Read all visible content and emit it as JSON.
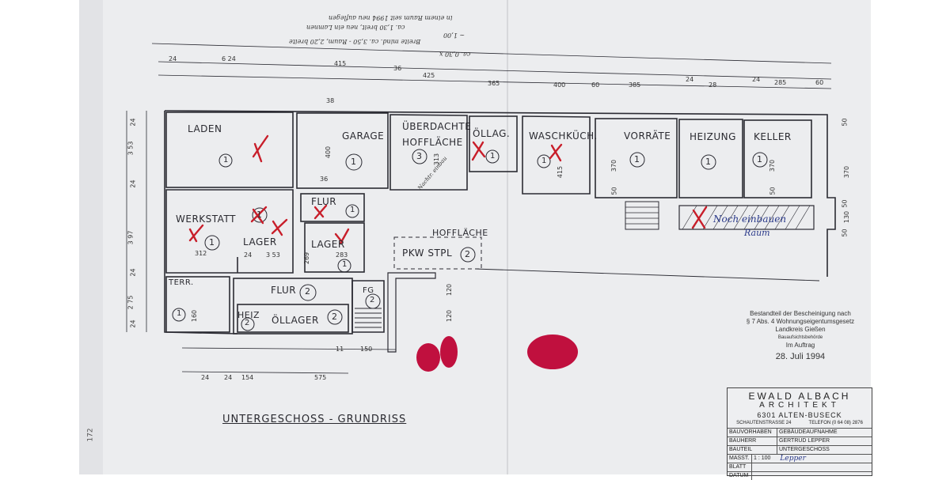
{
  "title": "UNTERGESCHOSS - GRUNDRISS",
  "rooms": [
    {
      "name": "LADEN",
      "num": "1"
    },
    {
      "name": "GARAGE",
      "num": "1"
    },
    {
      "name": "ÜBERDACHTE",
      "num": "3"
    },
    {
      "name": "HOFFLÄCHE",
      "num": ""
    },
    {
      "name": "ÖLLAG.",
      "num": "1"
    },
    {
      "name": "WASCHKÜCH.",
      "num": "1"
    },
    {
      "name": "VORRÄTE",
      "num": "1"
    },
    {
      "name": "HEIZUNG",
      "num": "1"
    },
    {
      "name": "KELLER",
      "num": "1"
    },
    {
      "name": "WERKSTATT",
      "num": "1"
    },
    {
      "name": "LAGER",
      "num": "1"
    },
    {
      "name": "FLUR",
      "num": "1"
    },
    {
      "name": "LAGER",
      "num": "1"
    },
    {
      "name": "HOFFLÄCHE",
      "num": ""
    },
    {
      "name": "PKW STPL",
      "num": "2"
    },
    {
      "name": "TERR.",
      "num": "1"
    },
    {
      "name": "FLUR",
      "num": "2"
    },
    {
      "name": "HEIZ",
      "num": "2"
    },
    {
      "name": "ÖLLAGER",
      "num": "2"
    },
    {
      "name": "FG",
      "num": "2"
    }
  ],
  "dimensions_top": [
    "24",
    "6 24",
    "415",
    "36",
    "425",
    "365",
    "400",
    "60",
    "385",
    "24",
    "28",
    "24",
    "285",
    "60"
  ],
  "dimensions_inner": [
    "38",
    "400",
    "36",
    "313",
    "415",
    "370",
    "50",
    "370",
    "50",
    "3 53",
    "312",
    "24",
    "3 53",
    "269",
    "283",
    "120",
    "120",
    "160",
    "11",
    "150",
    "154",
    "575",
    "24",
    "24"
  ],
  "dimensions_left": [
    "24",
    "3 53",
    "24",
    "3 97",
    "24",
    "2 75",
    "24"
  ],
  "dimensions_right": [
    "50",
    "370",
    "50",
    "130",
    "50"
  ],
  "handwriting": {
    "notes_top": [
      "in einem Raum seit 1994 neu auflegen",
      "ca. 1,30 breit, neu ein Lamnen",
      "Breite mind. ca. 3,50 - Raum, 2,20 breite",
      "ca. 0,30 x",
      "~ 1,00"
    ],
    "tag_nachtraglich": "Nachtr. einbau",
    "noch_einbauen": "Noch einbauen",
    "raum": "Raum",
    "signature": "Lepper"
  },
  "stamp": {
    "line1": "Bestandteil der Bescheinigung nach",
    "line2": "§ 7 Abs. 4 Wohnungseigentumsgesetz",
    "line3": "Landkreis Gießen",
    "line4": "Bauaufsichtsbehörde",
    "line5": "Im Auftrag",
    "date": "28. Juli 1994"
  },
  "titleblock": {
    "firm": "EWALD ALBACH",
    "role": "ARCHITEKT",
    "city": "6301 ALTEN-BUSECK",
    "street": "SCHAUTENSTRASSE 24",
    "phone": "TELEFON (0 64 08) 2876",
    "rows": [
      {
        "k": "BAUVORHABEN",
        "v": "GEBÄUDEAUFNAHME"
      },
      {
        "k": "BAUHERR",
        "v": "GERTRUD LEPPER"
      },
      {
        "k": "BAUTEIL",
        "v": "UNTERGESCHOSS"
      },
      {
        "k": "MASST.",
        "v": "1 : 100"
      },
      {
        "k": "BLATT",
        "v": ""
      },
      {
        "k": "DATUM",
        "v": ""
      }
    ]
  },
  "sheet_number": "172",
  "marks": {
    "check_color": "#c81e2a",
    "spot_color": "#c0103e",
    "pencil_color": "#2b3a8a"
  }
}
